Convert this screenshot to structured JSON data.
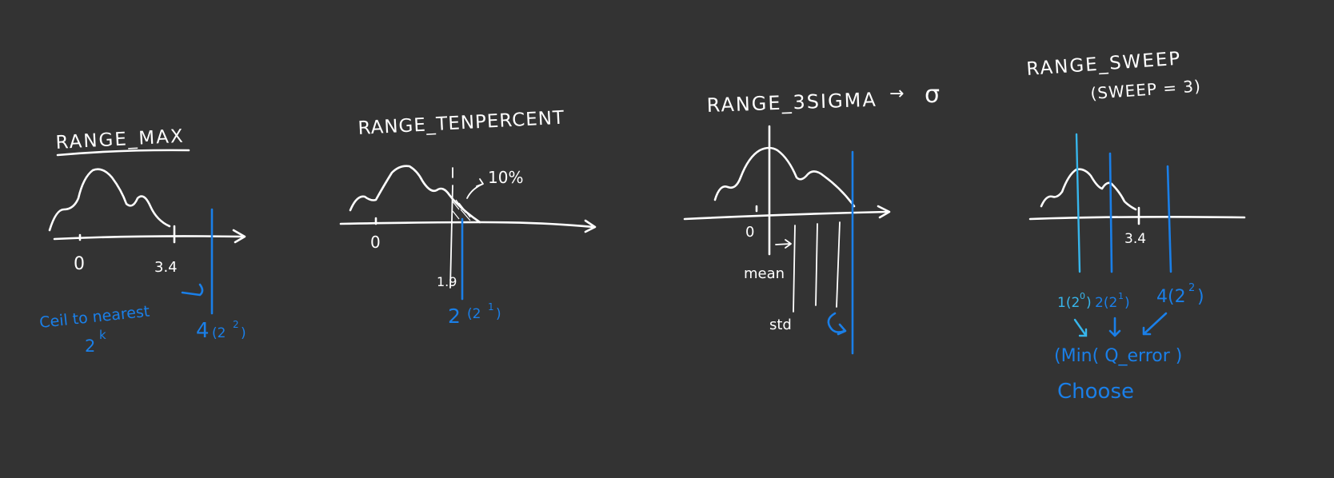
{
  "colors": {
    "background": "#333333",
    "chalk": "#ffffff",
    "highlight_blue": "#1a7fe8",
    "highlight_cyan": "#37b6ec"
  },
  "panels": {
    "range_max": {
      "title": "RANGE_MAX",
      "zero_label": "0",
      "max_label": "3.4",
      "note_line1": "Ceil to nearest",
      "note_line2": "2",
      "note_exp": "k",
      "result": "4",
      "result_pow": "(2",
      "result_pow_exp": "2",
      "result_pow_close": ")"
    },
    "range_tenpercent": {
      "title": "RANGE_TENPERCENT",
      "zero_label": "0",
      "cut_label": "1.9",
      "percent_label": "10%",
      "result": "2",
      "result_pow": "(2",
      "result_pow_exp": "1",
      "result_pow_close": ")"
    },
    "range_3sigma": {
      "title": "RANGE_3SIGMA",
      "arrow": "→",
      "sigma": "σ",
      "zero_label": "0",
      "mean_label": "mean",
      "std_label": "std"
    },
    "range_sweep": {
      "title": "RANGE_SWEEP",
      "subtitle": "(SWEEP = 3)",
      "max_label": "3.4",
      "candidate1": "1(2",
      "candidate1_exp": "0",
      "candidate1_close": ")",
      "candidate2": "2(2",
      "candidate2_exp": "1",
      "candidate2_close": ")",
      "candidate3": "4(2",
      "candidate3_exp": "2",
      "candidate3_close": ")",
      "objective": "(Min( Q_error )",
      "choose_label": "Choose"
    }
  }
}
